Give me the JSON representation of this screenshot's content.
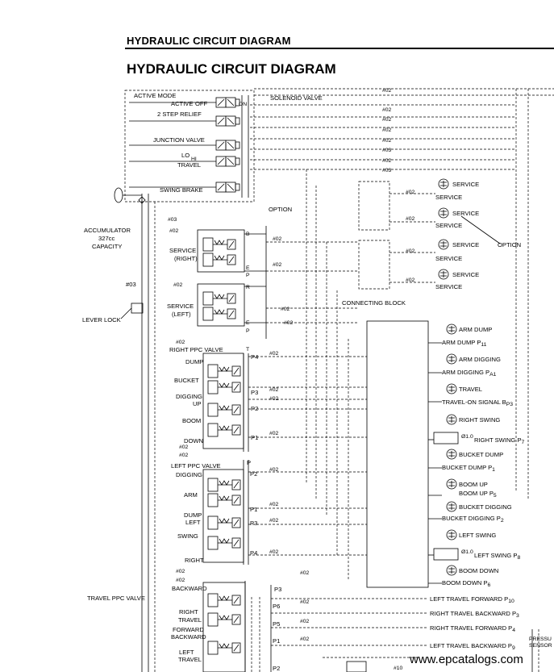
{
  "header": {
    "running_title": "HYDRAULIC CIRCUIT DIAGRAM",
    "title": "HYDRAULIC CIRCUIT DIAGRAM"
  },
  "solenoid": {
    "active_mode": "ACTIVE MODE",
    "active": "ACTIVE",
    "off": "OFF",
    "on": "ON",
    "solenoid_valve": "SOLENOID VALVE",
    "two_step": "2 STEP RELIEF",
    "junction": "JUNCTION VALVE",
    "lo": "LO",
    "hi": "HI",
    "travel": "TRAVEL",
    "swing_brake": "SWING BRAKE"
  },
  "accumulator": {
    "name": "ACCUMULATOR",
    "volume": "327cc",
    "capacity": "CAPACITY"
  },
  "lever_lock": "LEVER LOCK",
  "option_valves": {
    "option": "OPTION",
    "service": "SERVICE",
    "right": "(RIGHT)",
    "left": "(LEFT)",
    "ports": {
      "b": "B",
      "e": "E",
      "p": "P",
      "r": "R",
      "t": "T"
    }
  },
  "lines": {
    "n02": "#02",
    "n03": "#03",
    "n10": "#10"
  },
  "right_ppc": {
    "title": "RIGHT PPC VALVE",
    "dump": "DUMP",
    "bucket": "BUCKET",
    "digging": "DIGGING",
    "up": "UP",
    "boom": "BOOM",
    "down": "DOWN",
    "p4": "P4",
    "p3": "P3",
    "p2": "P2",
    "p1": "P1",
    "t": "T"
  },
  "left_ppc": {
    "title": "LEFT PPC VALVE",
    "digging": "DIGGING",
    "arm": "ARM",
    "dump": "DUMP",
    "left": "LEFT",
    "swing": "SWING",
    "right": "RIGHT",
    "p": "P",
    "p2": "P2",
    "p1": "P1",
    "p3": "P3",
    "p4": "P4"
  },
  "travel_ppc": {
    "title": "TRAVEL PPC VALVE",
    "backward": "BACKWARD",
    "right": "RIGHT",
    "travel": "TRAVEL",
    "forward": "FORWARD",
    "backward2": "BACKWARD",
    "left": "LEFT",
    "travel2": "TRAVEL",
    "p3": "P3",
    "p6": "P6",
    "p5": "P5",
    "p1": "P1",
    "p2": "P2"
  },
  "connecting_block": "CONNECTING BLOCK",
  "service_right": {
    "service": "SERVICE",
    "option": "OPTION"
  },
  "signals": {
    "arm_dump": "ARM DUMP",
    "arm_dump_p": "ARM DUMP P",
    "arm_dump_sub": "11",
    "arm_digging": "ARM DIGGING",
    "arm_digging_p": "ARM DIGGING P",
    "arm_digging_sub": "A1",
    "travel": "TRAVEL",
    "travel_on": "TRAVEL-ON SIGNAL B",
    "travel_on_sub": "P3",
    "right_swing": "RIGHT SWING",
    "orifice": "Ø1.0",
    "right_swing_p": "RIGHT SWING P",
    "right_swing_sub": "7",
    "bucket_dump": "BUCKET DUMP",
    "bucket_dump_p": "BUCKET DUMP P",
    "bucket_dump_sub": "1",
    "boom_up": "BOOM UP",
    "boom_up_p": "BOOM UP P",
    "boom_up_sub": "5",
    "bucket_digging": "BUCKET DIGGING",
    "bucket_digging_p": "BUCKET DIGGING P",
    "bucket_digging_sub": "2",
    "left_swing": "LEFT SWING",
    "left_swing_p": "LEFT SWING P",
    "left_swing_sub": "8",
    "boom_down": "BOOM DOWN",
    "boom_down_p": "BOOM DOWN P",
    "boom_down_sub": "6",
    "lt_fwd": "LEFT TRAVEL FORWARD P",
    "lt_fwd_sub": "10",
    "rt_back": "RIGHT TRAVEL BACKWARD P",
    "rt_back_sub": "3",
    "rt_fwd": "RIGHT TRAVEL FORWARD P",
    "rt_fwd_sub": "4",
    "lt_back": "LEFT TRAVEL BACKWARD P",
    "lt_back_sub": "9"
  },
  "pressure_sensor": {
    "line1": "PRESSU",
    "line2": "SENSOR"
  },
  "watermark": "www.epcatalogs.com"
}
